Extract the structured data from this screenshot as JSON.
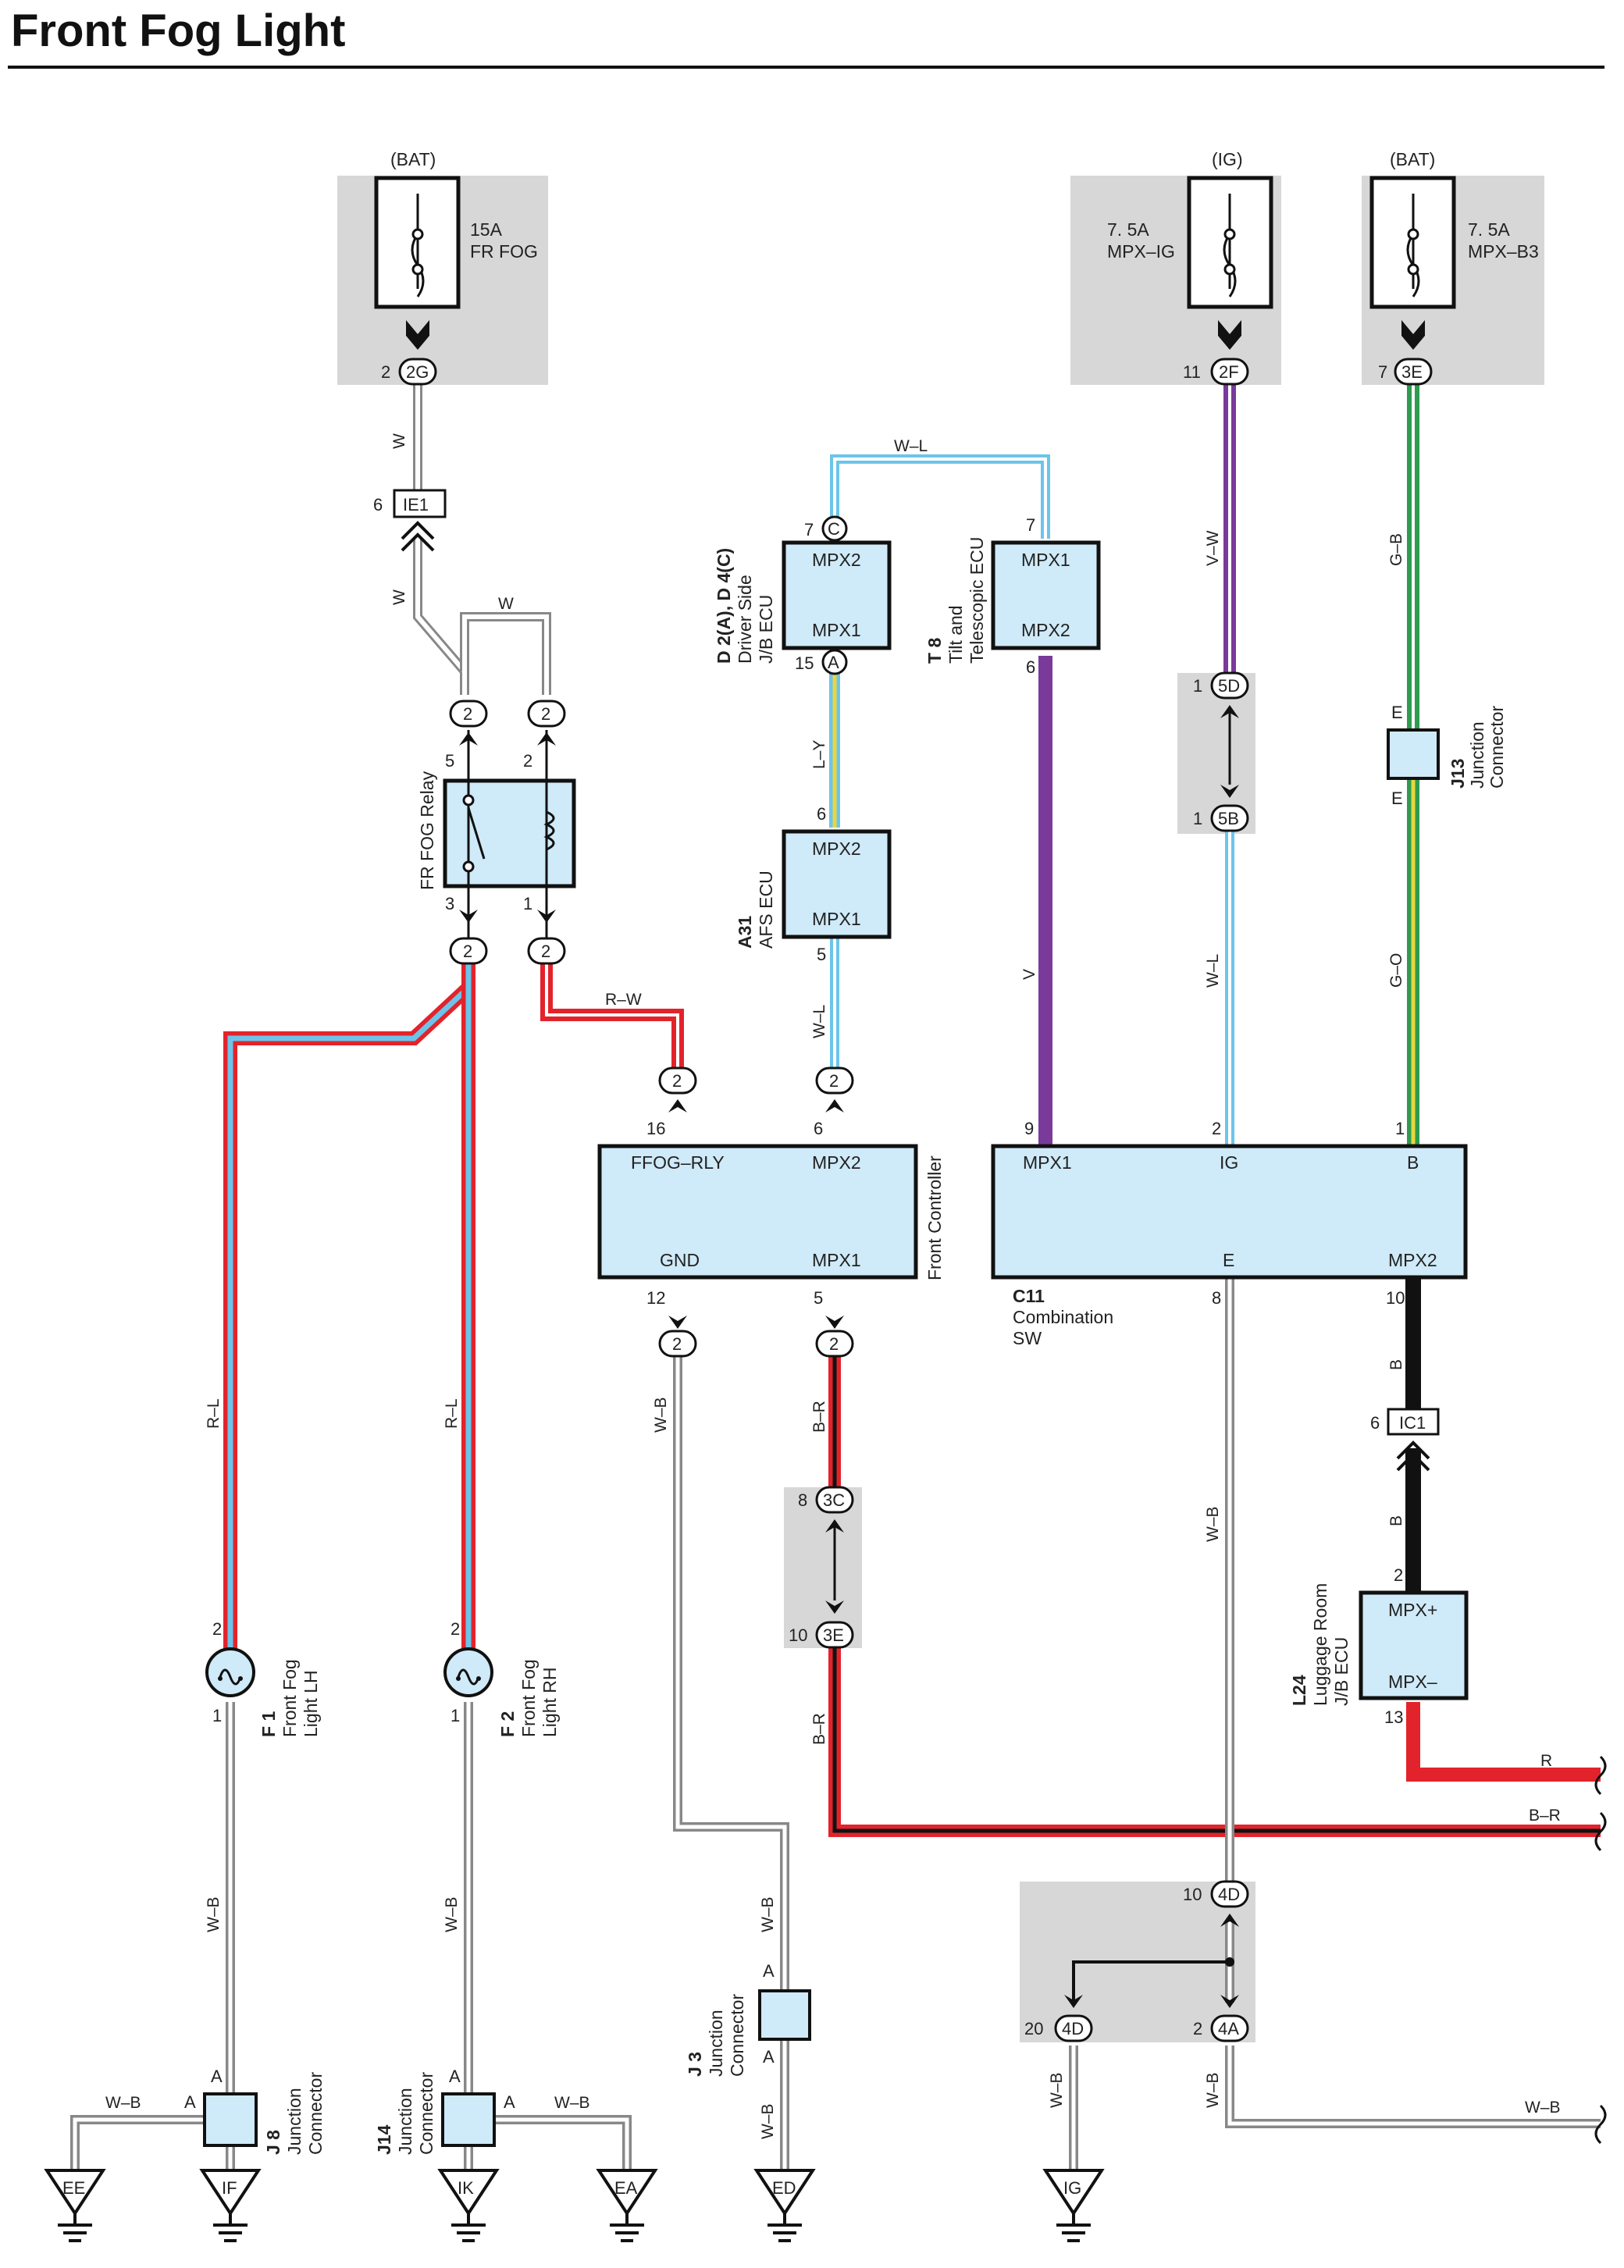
{
  "title": "Front Fog Light",
  "colors": {
    "box": "#cfeaf8",
    "gray": "#d7d7d7",
    "red": "#e3232b",
    "blue": "#6cc4ea",
    "purple": "#7a3a9a",
    "green": "#2e9b4f",
    "yellow": "#e9d640",
    "black": "#111111",
    "white": "#ffffff"
  },
  "fuses": [
    {
      "source": "(BAT)",
      "amp": "15A",
      "name": "FR FOG",
      "pin": "2",
      "conn": "2G"
    },
    {
      "source": "(IG)",
      "amp": "7. 5A",
      "name": "MPX–IG",
      "pin": "11",
      "conn": "2F"
    },
    {
      "source": "(BAT)",
      "amp": "7. 5A",
      "name": "MPX–B3",
      "pin": "7",
      "conn": "3E"
    }
  ],
  "relay": {
    "name": "FR FOG Relay",
    "pins": [
      "5",
      "2",
      "3",
      "1"
    ],
    "conn": [
      "2",
      "2",
      "2",
      "2"
    ]
  },
  "ecus": {
    "d2": {
      "code": "D 2(A), D 4(C)",
      "name1": "Driver Side",
      "name2": "J/B ECU",
      "top": "MPX2",
      "bottom": "MPX1",
      "pin_top": "7",
      "conn_top": "C",
      "pin_bot": "15",
      "conn_bot": "A"
    },
    "t8": {
      "code": "T 8",
      "name1": "Tilt and",
      "name2": "Telescopic ECU",
      "top": "MPX1",
      "bottom": "MPX2",
      "pin_top": "7",
      "pin_bot": "6"
    },
    "a31": {
      "code": "A31",
      "name1": "AFS ECU",
      "top": "MPX2",
      "bottom": "MPX1",
      "pin_top": "6",
      "pin_bot": "5"
    },
    "front": {
      "name": "Front Controller",
      "p1": "FFOG–RLY",
      "p2": "MPX2",
      "p3": "GND",
      "p4": "MPX1",
      "n1": "16",
      "n2": "6",
      "n3": "12",
      "n4": "5",
      "c": "2"
    },
    "c11": {
      "code": "C11",
      "name1": "Combination",
      "name2": "SW",
      "p1": "MPX1",
      "p2": "IG",
      "p3": "B",
      "p4": "E",
      "p5": "MPX2",
      "n1": "9",
      "n2": "2",
      "n3": "1",
      "n4": "8",
      "n5": "10"
    },
    "l24": {
      "code": "L24",
      "name1": "Luggage Room",
      "name2": "J/B ECU",
      "top": "MPX+",
      "bottom": "MPX–",
      "pin_top": "2",
      "pin_bot": "13"
    }
  },
  "junctions": {
    "j13": {
      "code": "J13",
      "name1": "Junction",
      "name2": "Connector",
      "pin": "E"
    },
    "j3": {
      "code": "J 3",
      "name1": "Junction",
      "name2": "Connector",
      "pin": "A"
    },
    "j8": {
      "code": "J 8",
      "name1": "Junction",
      "name2": "Connector",
      "pin": "A"
    },
    "j14": {
      "code": "J14",
      "name1": "Junction",
      "name2": "Connector",
      "pin": "A"
    }
  },
  "lights": {
    "f1": {
      "code": "F 1",
      "name1": "Front Fog",
      "name2": "Light LH",
      "pin_top": "2",
      "pin_bot": "1"
    },
    "f2": {
      "code": "F 2",
      "name1": "Front Fog",
      "name2": "Light RH",
      "pin_top": "2",
      "pin_bot": "1"
    }
  },
  "inline": {
    "ie1": {
      "pin": "6",
      "name": "IE1"
    },
    "ic1": {
      "pin": "6",
      "name": "IC1"
    }
  },
  "splices": {
    "s5d": {
      "pin": "1",
      "conn": "5D"
    },
    "s5b": {
      "pin": "1",
      "conn": "5B"
    },
    "s3c": {
      "pin": "8",
      "conn": "3C"
    },
    "s3e": {
      "pin": "10",
      "conn": "3E"
    },
    "s4d_top": {
      "pin": "10",
      "conn": "4D"
    },
    "s4d_bot": {
      "pin": "20",
      "conn": "4D"
    },
    "s4a": {
      "pin": "2",
      "conn": "4A"
    }
  },
  "wires": {
    "w": "W",
    "wl": "W–L",
    "ly": "L–Y",
    "rw": "R–W",
    "rl": "R–L",
    "wb": "W–B",
    "br": "B–R",
    "v": "V",
    "vw": "V–W",
    "gb": "G–B",
    "go": "G–O",
    "b": "B",
    "r": "R"
  },
  "grounds": [
    "EE",
    "IF",
    "IK",
    "EA",
    "ED",
    "IG"
  ]
}
